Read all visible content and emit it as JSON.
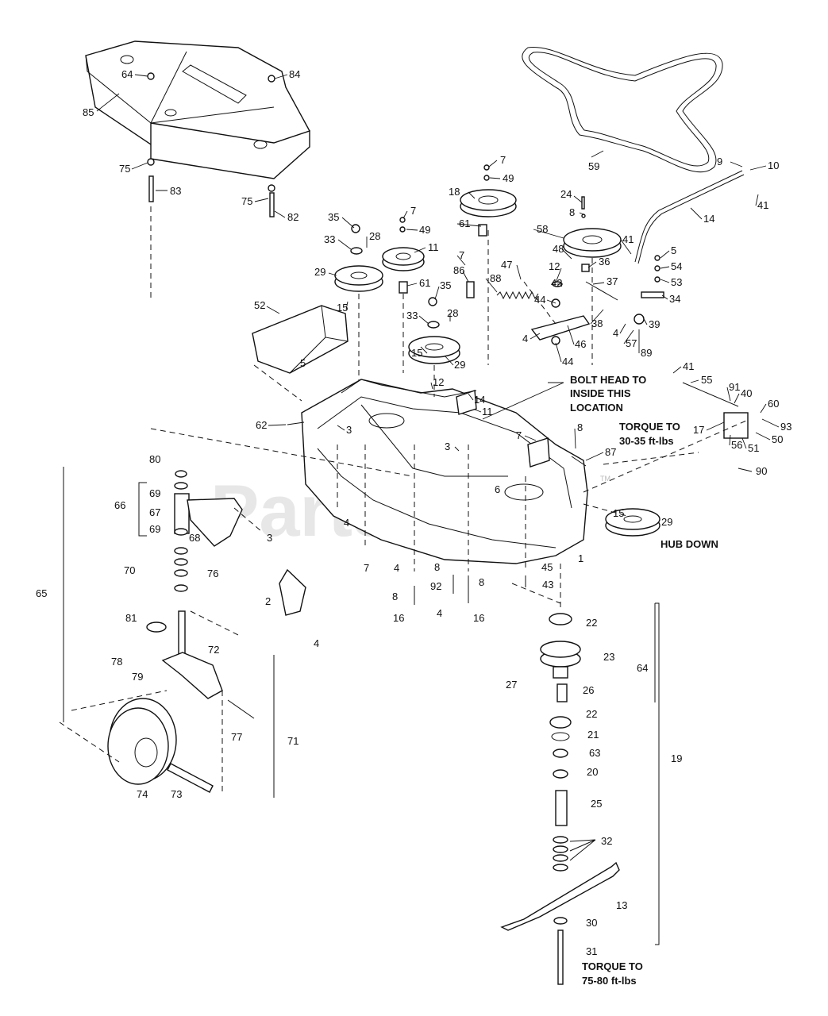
{
  "watermark": "PartsTree",
  "watermark_tm": "TM",
  "notes": {
    "bolt_head": [
      "BOLT HEAD TO",
      "INSIDE THIS",
      "LOCATION"
    ],
    "torque_upper": [
      "TORQUE TO",
      "30-35 ft-lbs"
    ],
    "hub_down": "HUB DOWN",
    "torque_lower": [
      "TORQUE TO",
      "75-80 ft-lbs"
    ]
  },
  "callouts": {
    "c1": "1",
    "c2": "2",
    "c3a": "3",
    "c3b": "3",
    "c3c": "3",
    "c4a": "4",
    "c4b": "4",
    "c4c": "4",
    "c4d": "4",
    "c4e": "4",
    "c4f": "4",
    "c5a": "5",
    "c5b": "5",
    "c6": "6",
    "c7a": "7",
    "c7b": "7",
    "c7c": "7",
    "c7d": "7",
    "c7e": "7",
    "c8a": "8",
    "c8b": "8",
    "c8c": "8",
    "c8d": "8",
    "c8e": "8",
    "c9": "9",
    "c10": "10",
    "c11a": "11",
    "c11b": "11",
    "c12a": "12",
    "c12b": "12",
    "c13": "13",
    "c14a": "14",
    "c14b": "14",
    "c15a": "15",
    "c15b": "15",
    "c15c": "15",
    "c16a": "16",
    "c16b": "16",
    "c17": "17",
    "c18": "18",
    "c19": "19",
    "c20": "20",
    "c21": "21",
    "c22a": "22",
    "c22b": "22",
    "c23": "23",
    "c24": "24",
    "c25": "25",
    "c26": "26",
    "c27": "27",
    "c28a": "28",
    "c28b": "28",
    "c29a": "29",
    "c29b": "29",
    "c29c": "29",
    "c30": "30",
    "c31": "31",
    "c32": "32",
    "c33a": "33",
    "c33b": "33",
    "c34": "34",
    "c35a": "35",
    "c35b": "35",
    "c36": "36",
    "c37": "37",
    "c38": "38",
    "c39": "39",
    "c40": "40",
    "c41a": "41",
    "c41b": "41",
    "c41c": "41",
    "c42": "42",
    "c43": "43",
    "c44a": "44",
    "c44b": "44",
    "c45": "45",
    "c46": "46",
    "c47": "47",
    "c48": "48",
    "c49a": "49",
    "c49b": "49",
    "c50": "50",
    "c51": "51",
    "c52": "52",
    "c53": "53",
    "c54": "54",
    "c55": "55",
    "c56": "56",
    "c57": "57",
    "c58": "58",
    "c59": "59",
    "c60": "60",
    "c61a": "61",
    "c61b": "61",
    "c62": "62",
    "c63": "63",
    "c64a": "64",
    "c64b": "64",
    "c65": "65",
    "c66": "66",
    "c67": "67",
    "c68": "68",
    "c69a": "69",
    "c69b": "69",
    "c70": "70",
    "c71": "71",
    "c72": "72",
    "c73": "73",
    "c74": "74",
    "c75a": "75",
    "c75b": "75",
    "c76": "76",
    "c77": "77",
    "c78": "78",
    "c79": "79",
    "c80": "80",
    "c81": "81",
    "c82": "82",
    "c83": "83",
    "c84": "84",
    "c85": "85",
    "c86": "86",
    "c87": "87",
    "c88": "88",
    "c89": "89",
    "c90": "90",
    "c91": "91",
    "c92": "92",
    "c93": "93"
  }
}
